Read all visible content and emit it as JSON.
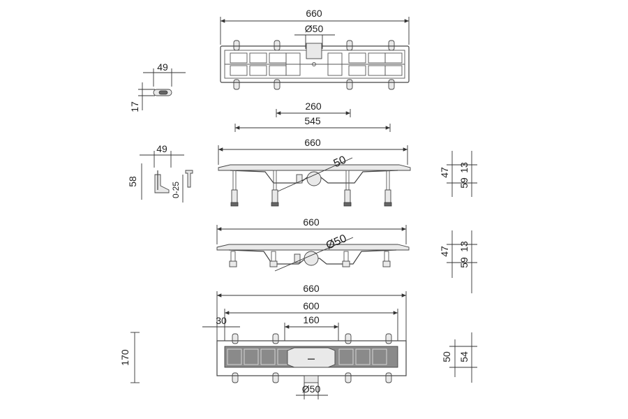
{
  "dimensions": {
    "top_view": {
      "overall": "660",
      "outlet": "Ø50"
    },
    "clip_side": {
      "width": "49",
      "height": "17"
    },
    "section_1": {
      "d260": "260",
      "d545": "545",
      "overall": "660",
      "outlet": "50",
      "v47": "47",
      "v59": "59",
      "v13": "13"
    },
    "foot_detail": {
      "width": "49",
      "height": "58",
      "adjust": "0-25"
    },
    "section_2": {
      "overall": "660",
      "outlet": "Ø50",
      "v47": "47",
      "v59": "59",
      "v13": "13"
    },
    "bottom_view": {
      "overall": "660",
      "inner": "600",
      "offset": "30",
      "d160": "160",
      "height": "170",
      "outlet": "Ø50",
      "v50": "50",
      "v54": "54"
    }
  },
  "colors": {
    "line": "#444444",
    "fill": "#bfbfbf",
    "text": "#222222"
  }
}
